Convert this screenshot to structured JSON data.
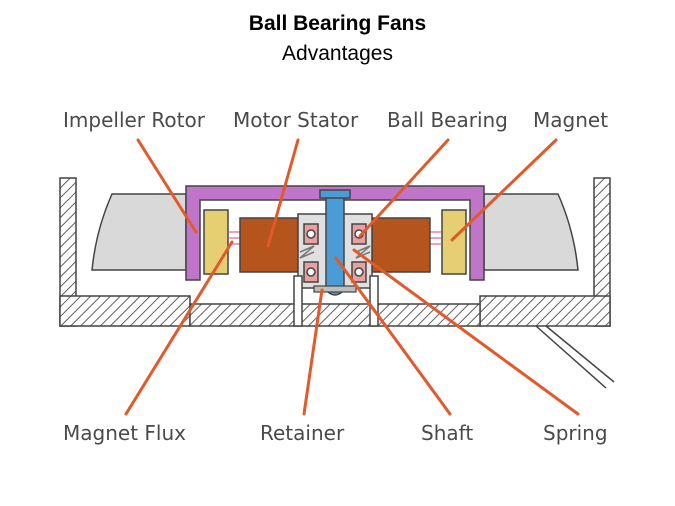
{
  "title": "Ball Bearing Fans",
  "subtitle": "Advantages",
  "labels": {
    "impeller_rotor": "Impeller Rotor",
    "motor_stator": "Motor Stator",
    "ball_bearing": "Ball Bearing",
    "magnet": "Magnet",
    "magnet_flux": "Magnet Flux",
    "retainer": "Retainer",
    "shaft": "Shaft",
    "spring": "Spring"
  },
  "colors": {
    "leader_line": "#e05a2b",
    "rotor_housing": "#c076c8",
    "magnet": "#e6cf72",
    "stator_coil": "#b5541c",
    "shaft": "#4a9bd6",
    "bearing": "#e8a0a0",
    "frame_hatch": "#606060",
    "blade": "#d9d9d9"
  }
}
